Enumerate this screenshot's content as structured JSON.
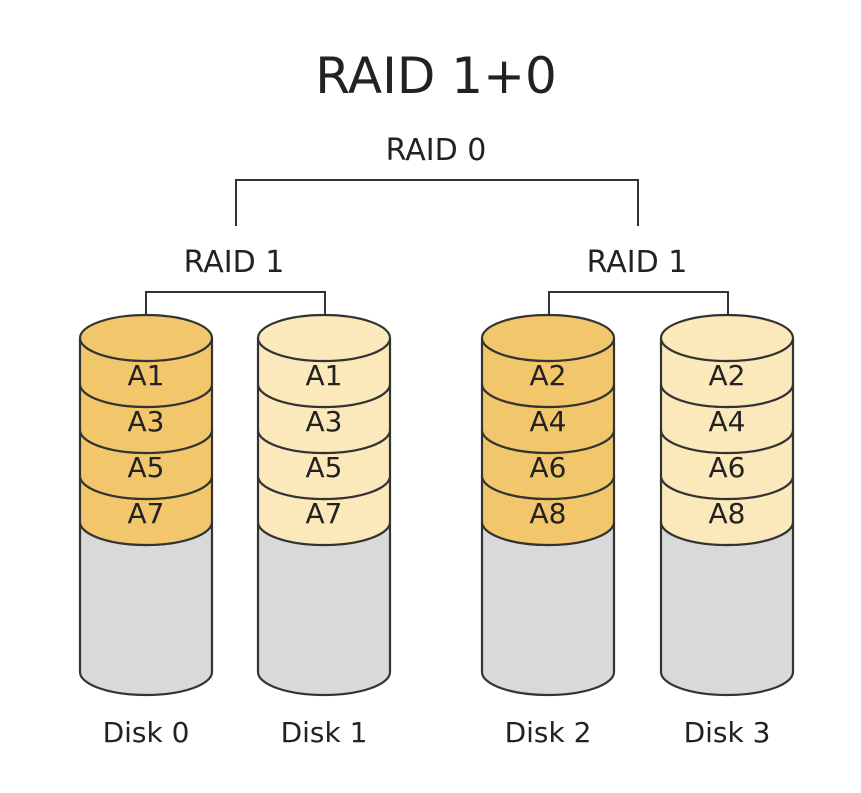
{
  "title": "RAID 1+0",
  "top_label": "RAID 0",
  "colors": {
    "primary_block": "#f2c66b",
    "mirror_block": "#fbe8bb",
    "empty": "#d9d9d9",
    "outline": "#333333",
    "text": "#222222"
  },
  "groups": [
    {
      "label": "RAID 1",
      "disks": [
        {
          "label": "Disk 0",
          "role": "primary",
          "blocks": [
            "A1",
            "A3",
            "A5",
            "A7"
          ]
        },
        {
          "label": "Disk 1",
          "role": "mirror",
          "blocks": [
            "A1",
            "A3",
            "A5",
            "A7"
          ]
        }
      ]
    },
    {
      "label": "RAID 1",
      "disks": [
        {
          "label": "Disk 2",
          "role": "primary",
          "blocks": [
            "A2",
            "A4",
            "A6",
            "A8"
          ]
        },
        {
          "label": "Disk 3",
          "role": "mirror",
          "blocks": [
            "A2",
            "A4",
            "A6",
            "A8"
          ]
        }
      ]
    }
  ]
}
